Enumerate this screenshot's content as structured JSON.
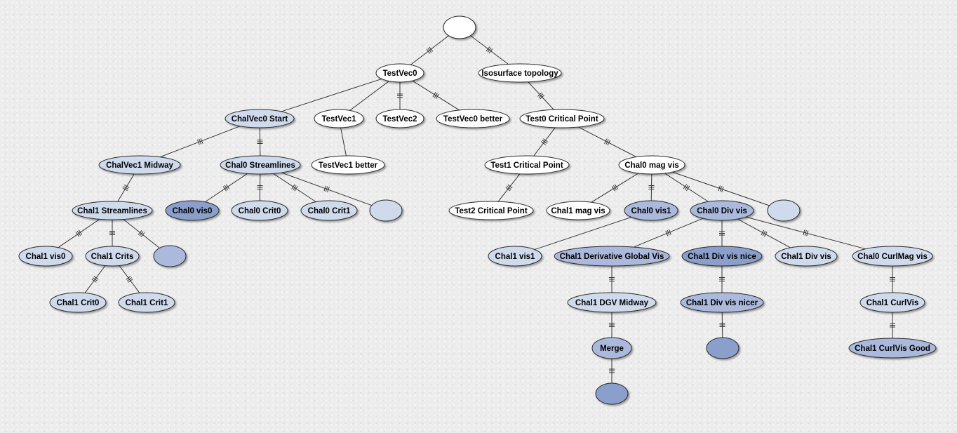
{
  "colors": {
    "white": "#ffffff",
    "light": "#cfdbed",
    "mid": "#aab9dc",
    "dark": "#8a9fcb"
  },
  "nodes": [
    {
      "id": "root",
      "label": "",
      "fill": "white"
    },
    {
      "id": "testvec0",
      "label": "TestVec0",
      "fill": "white"
    },
    {
      "id": "isosurface",
      "label": "Isosurface topology",
      "fill": "white"
    },
    {
      "id": "chalvec0",
      "label": "ChalVec0 Start",
      "fill": "light"
    },
    {
      "id": "testvec1",
      "label": "TestVec1",
      "fill": "white"
    },
    {
      "id": "testvec2",
      "label": "TestVec2",
      "fill": "white"
    },
    {
      "id": "testvec0better",
      "label": "TestVec0 better",
      "fill": "white"
    },
    {
      "id": "test0crit",
      "label": "Test0 Critical Point",
      "fill": "white"
    },
    {
      "id": "chalvec1mid",
      "label": "ChalVec1 Midway",
      "fill": "light"
    },
    {
      "id": "chal0stream",
      "label": "Chal0 Streamlines",
      "fill": "light"
    },
    {
      "id": "testvec1better",
      "label": "TestVec1 better",
      "fill": "white"
    },
    {
      "id": "test1crit",
      "label": "Test1 Critical Point",
      "fill": "white"
    },
    {
      "id": "chal0mag",
      "label": "Chal0 mag vis",
      "fill": "white"
    },
    {
      "id": "chal1stream",
      "label": "Chal1 Streamlines",
      "fill": "light"
    },
    {
      "id": "chal0vis0",
      "label": "Chal0 vis0",
      "fill": "dark"
    },
    {
      "id": "chal0crit0",
      "label": "Chal0 Crit0",
      "fill": "light"
    },
    {
      "id": "chal0crit1",
      "label": "Chal0 Crit1",
      "fill": "light"
    },
    {
      "id": "chal0stream_empty",
      "label": "",
      "fill": "light"
    },
    {
      "id": "test2crit",
      "label": "Test2 Critical Point",
      "fill": "white"
    },
    {
      "id": "chal1mag",
      "label": "Chal1 mag vis",
      "fill": "white"
    },
    {
      "id": "chal0vis1",
      "label": "Chal0 vis1",
      "fill": "mid"
    },
    {
      "id": "chal0div",
      "label": "Chal0 Div vis",
      "fill": "mid"
    },
    {
      "id": "chal0mag_empty",
      "label": "",
      "fill": "light"
    },
    {
      "id": "chal1vis0",
      "label": "Chal1 vis0",
      "fill": "light"
    },
    {
      "id": "chal1crits",
      "label": "Chal1 Crits",
      "fill": "light"
    },
    {
      "id": "chal1stream_empty",
      "label": "",
      "fill": "mid"
    },
    {
      "id": "chal1vis1",
      "label": "Chal1 vis1",
      "fill": "light"
    },
    {
      "id": "chal1dgv",
      "label": "Chal1 Derivative Global Vis",
      "fill": "mid"
    },
    {
      "id": "chal1divnice",
      "label": "Chal1 Div vis nice",
      "fill": "dark"
    },
    {
      "id": "chal1div",
      "label": "Chal1 Div vis",
      "fill": "light"
    },
    {
      "id": "chal0curlmag",
      "label": "Chal0 CurlMag vis",
      "fill": "light"
    },
    {
      "id": "chal1crit0",
      "label": "Chal1 Crit0",
      "fill": "light"
    },
    {
      "id": "chal1crit1",
      "label": "Chal1 Crit1",
      "fill": "light"
    },
    {
      "id": "chal1dgvmid",
      "label": "Chal1 DGV Midway",
      "fill": "light"
    },
    {
      "id": "chal1divnicer",
      "label": "Chal1 Div vis nicer",
      "fill": "mid"
    },
    {
      "id": "chal1curlvis",
      "label": "Chal1 CurlVis",
      "fill": "light"
    },
    {
      "id": "merge",
      "label": "Merge",
      "fill": "mid"
    },
    {
      "id": "divnicer_empty",
      "label": "",
      "fill": "dark"
    },
    {
      "id": "chal1curlgood",
      "label": "Chal1 CurlVis Good",
      "fill": "mid"
    },
    {
      "id": "merge_empty",
      "label": "",
      "fill": "dark"
    }
  ],
  "edges": [
    {
      "from": "root",
      "to": "testvec0",
      "marked": true
    },
    {
      "from": "root",
      "to": "isosurface",
      "marked": true
    },
    {
      "from": "testvec0",
      "to": "chalvec0",
      "marked": false
    },
    {
      "from": "testvec0",
      "to": "testvec1",
      "marked": false
    },
    {
      "from": "testvec0",
      "to": "testvec2",
      "marked": true
    },
    {
      "from": "testvec0",
      "to": "testvec0better",
      "marked": true
    },
    {
      "from": "isosurface",
      "to": "test0crit",
      "marked": true
    },
    {
      "from": "chalvec0",
      "to": "chalvec1mid",
      "marked": true
    },
    {
      "from": "chalvec0",
      "to": "chal0stream",
      "marked": true
    },
    {
      "from": "testvec1",
      "to": "testvec1better",
      "marked": false
    },
    {
      "from": "test0crit",
      "to": "test1crit",
      "marked": true
    },
    {
      "from": "test0crit",
      "to": "chal0mag",
      "marked": true
    },
    {
      "from": "chalvec1mid",
      "to": "chal1stream",
      "marked": true
    },
    {
      "from": "chal0stream",
      "to": "chal0vis0",
      "marked": true
    },
    {
      "from": "chal0stream",
      "to": "chal0crit0",
      "marked": true
    },
    {
      "from": "chal0stream",
      "to": "chal0crit1",
      "marked": true
    },
    {
      "from": "chal0stream",
      "to": "chal0stream_empty",
      "marked": true
    },
    {
      "from": "test1crit",
      "to": "test2crit",
      "marked": true
    },
    {
      "from": "chal0mag",
      "to": "chal1mag",
      "marked": true
    },
    {
      "from": "chal0mag",
      "to": "chal0vis1",
      "marked": true
    },
    {
      "from": "chal0mag",
      "to": "chal0div",
      "marked": true
    },
    {
      "from": "chal0mag",
      "to": "chal0mag_empty",
      "marked": true
    },
    {
      "from": "chal1stream",
      "to": "chal1vis0",
      "marked": true
    },
    {
      "from": "chal1stream",
      "to": "chal1crits",
      "marked": true
    },
    {
      "from": "chal1stream",
      "to": "chal1stream_empty",
      "marked": true
    },
    {
      "from": "chal0vis1",
      "to": "chal1vis1",
      "marked": false
    },
    {
      "from": "chal0div",
      "to": "chal1dgv",
      "marked": true
    },
    {
      "from": "chal0div",
      "to": "chal1divnice",
      "marked": true
    },
    {
      "from": "chal0div",
      "to": "chal1div",
      "marked": true
    },
    {
      "from": "chal0div",
      "to": "chal0curlmag",
      "marked": true
    },
    {
      "from": "chal1crits",
      "to": "chal1crit0",
      "marked": true
    },
    {
      "from": "chal1crits",
      "to": "chal1crit1",
      "marked": true
    },
    {
      "from": "chal1dgv",
      "to": "chal1dgvmid",
      "marked": true
    },
    {
      "from": "chal1divnice",
      "to": "chal1divnicer",
      "marked": true
    },
    {
      "from": "chal0curlmag",
      "to": "chal1curlvis",
      "marked": true
    },
    {
      "from": "chal1dgvmid",
      "to": "merge",
      "marked": true
    },
    {
      "from": "chal1divnicer",
      "to": "divnicer_empty",
      "marked": true
    },
    {
      "from": "chal1curlvis",
      "to": "chal1curlgood",
      "marked": true
    },
    {
      "from": "merge",
      "to": "merge_empty",
      "marked": true
    }
  ]
}
